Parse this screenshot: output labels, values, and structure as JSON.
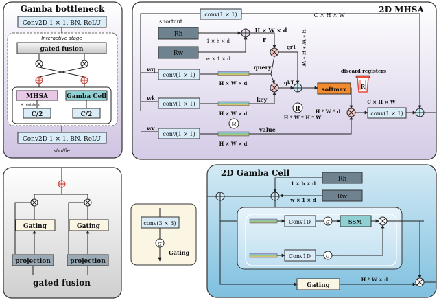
{
  "panels": {
    "bottleneck": {
      "title": "Gamba bottleneck",
      "conv_top": "Conv2D 1 × 1, BN, ReLU",
      "interactive_stage": "Interactive stage",
      "gated_fusion": "gated fusion",
      "mhsa": "MHSA",
      "registers": "+ registers",
      "gamba_cell": "Gamba Cell",
      "c2_left": "C/2",
      "c2_right": "C/2",
      "conv_bottom": "Conv2D 1 × 1, BN, ReLU",
      "shuffle": "shuffle"
    },
    "mhsa2d": {
      "title": "2D MHSA",
      "shortcut": "shortcut",
      "conv_top": "conv(1 × 1)",
      "chw_top": "C × H × W",
      "rh": "Rh",
      "rw": "Rw",
      "rh_dim": "1 × h × d",
      "rw_dim": "w × 1 × d",
      "hwd_r": "H × W × d",
      "r_label": "r",
      "qr": "qrT",
      "hwhw": "H * W * H * W",
      "wq": "wq",
      "wk": "wk",
      "wv": "wv",
      "conv_q": "conv(1 × 1)",
      "conv_k": "conv(1 × 1)",
      "conv_v": "conv(1 × 1)",
      "hwd_q": "H × W × d",
      "hwd_k": "H × W × d",
      "hwd_v": "H × W × d",
      "query": "query",
      "key": "key",
      "value": "value",
      "qk": "qkT",
      "softmax": "softmax",
      "discard": "discard registers",
      "r_circle": "R",
      "r_circle2": "R",
      "r_icon": "R",
      "hwhw2": "H * W * H * W",
      "hwd_out": "H * W * d",
      "chw_mid": "C × H × W",
      "conv_out": "conv(1 × 1)"
    },
    "gated": {
      "label": "gated fusion",
      "gating_left": "Gating",
      "gating_right": "Gating",
      "proj_left": "projection",
      "proj_right": "projection"
    },
    "small": {
      "conv33": "conv(3 × 3)",
      "sigma": "σ",
      "gating": "Gating"
    },
    "gamba": {
      "title": "2D Gamba Cell",
      "rh_dim": "1 × h × d",
      "rw_dim": "w × 1 × d",
      "rh": "Rh",
      "rw": "Rw",
      "conv1d_top": "Conv1D",
      "conv1d_bot": "Conv1D",
      "sigma1": "σ",
      "sigma2": "σ",
      "ssm": "SSM",
      "gating": "Gating",
      "hwd": "H * W × d"
    }
  }
}
